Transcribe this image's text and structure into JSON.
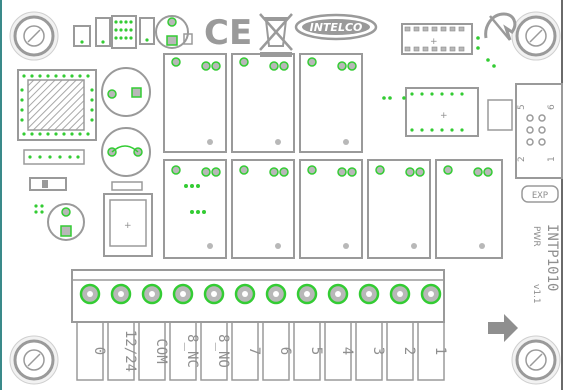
{
  "board": {
    "model": "INTP1010",
    "variant": "PWR",
    "version": "v1.1",
    "logo": "INTELCO",
    "ce_mark": "CE",
    "exp_label": "EXP",
    "exp_pin_labels": [
      "5",
      "6",
      "2",
      "1"
    ],
    "terminal_labels": [
      "0",
      "12/24",
      "COM",
      "8_NC",
      "8_NO",
      "7",
      "6",
      "5",
      "4",
      "3",
      "2",
      "1"
    ],
    "icons": [
      "mounting-hole-icon",
      "weee-bin-icon",
      "ce-mark-icon",
      "arrow-right-icon"
    ],
    "colors": {
      "silkscreen": "#9a9a9a",
      "copper_pad": "#b8b8b8",
      "via": "#33cc33",
      "board_edge": "#3a8a8a",
      "background": "#ffffff"
    }
  }
}
